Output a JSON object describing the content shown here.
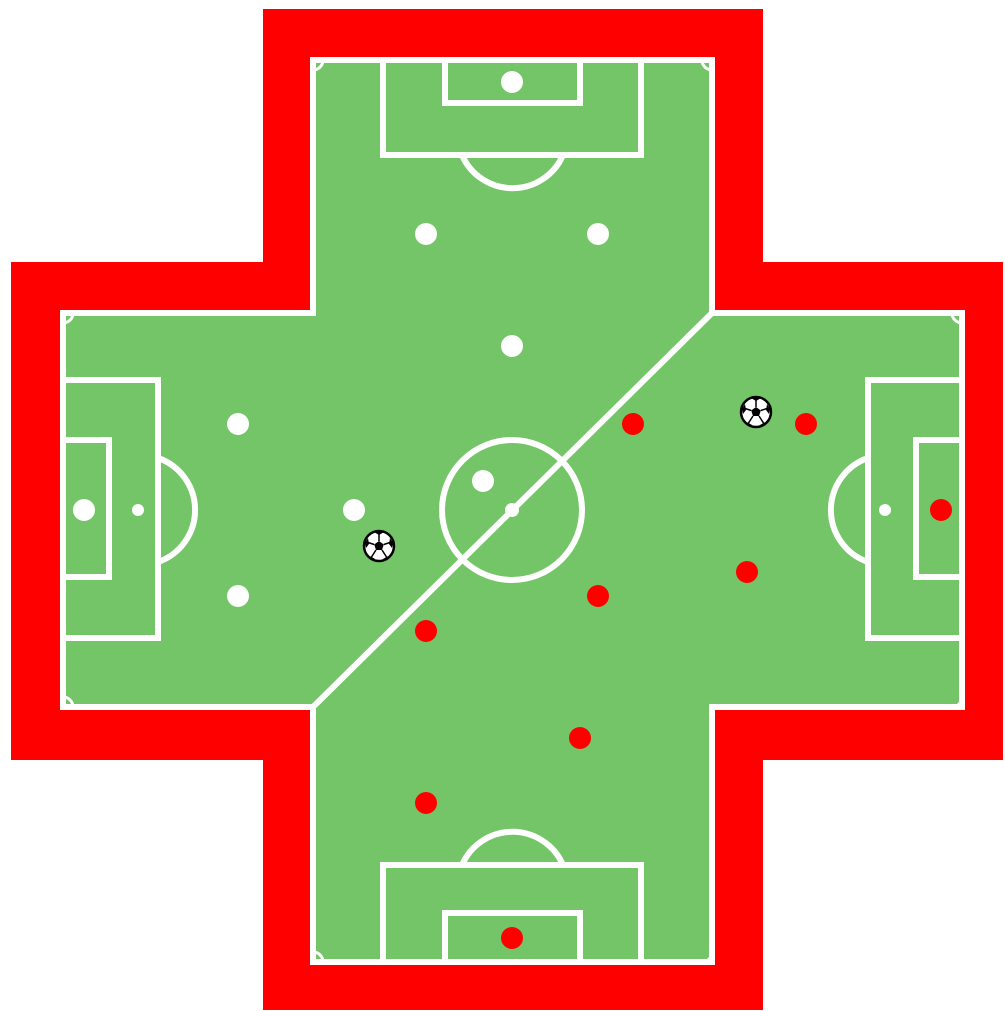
{
  "colors": {
    "border": "#ff0000",
    "pitch": "#74c567",
    "lines": "#ffffff",
    "team_white": "#ffffff",
    "team_red": "#ff0000",
    "ball_outline": "#000000"
  },
  "board": {
    "shape": "cross",
    "goals": [
      "top",
      "bottom",
      "left",
      "right"
    ],
    "divider": "diagonal"
  },
  "teams": [
    {
      "name_icon": "white-team-player-icon",
      "color": "white",
      "player_count": 9
    },
    {
      "name_icon": "red-team-player-icon",
      "color": "red",
      "player_count": 9
    }
  ],
  "balls": [
    {
      "icon": "soccer-ball-icon"
    },
    {
      "icon": "soccer-ball-icon"
    }
  ]
}
